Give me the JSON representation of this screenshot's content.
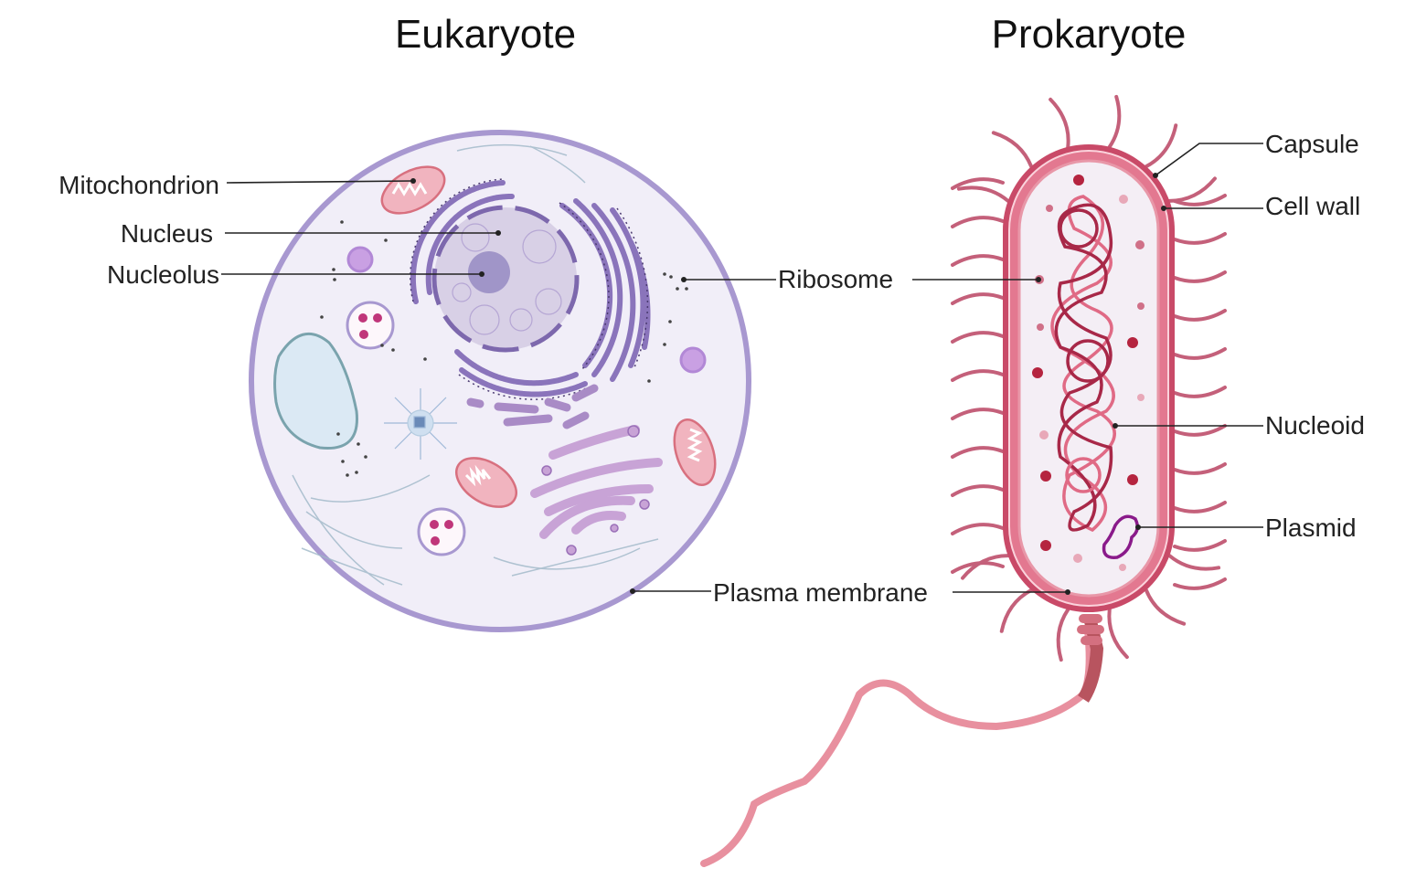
{
  "titles": {
    "eukaryote": "Eukaryote",
    "prokaryote": "Prokaryote"
  },
  "eukaryote_labels": {
    "mitochondrion": "Mitochondrion",
    "nucleus": "Nucleus",
    "nucleolus": "Nucleolus"
  },
  "shared_labels": {
    "ribosome": "Ribosome",
    "plasma_membrane": "Plasma membrane"
  },
  "prokaryote_labels": {
    "capsule": "Capsule",
    "cell_wall": "Cell wall",
    "nucleoid": "Nucleoid",
    "plasmid": "Plasmid"
  },
  "colors": {
    "eukaryote_membrane": "#a898d0",
    "eukaryote_cytoplasm": "#f0ecf7",
    "er": "#8a74bb",
    "mitochondria": "#e58c9b",
    "prokaryote_wall": "#c94a68",
    "pili": "#c4607a",
    "flagellum": "#e8909f",
    "plasmid": "#8a1a8a"
  }
}
